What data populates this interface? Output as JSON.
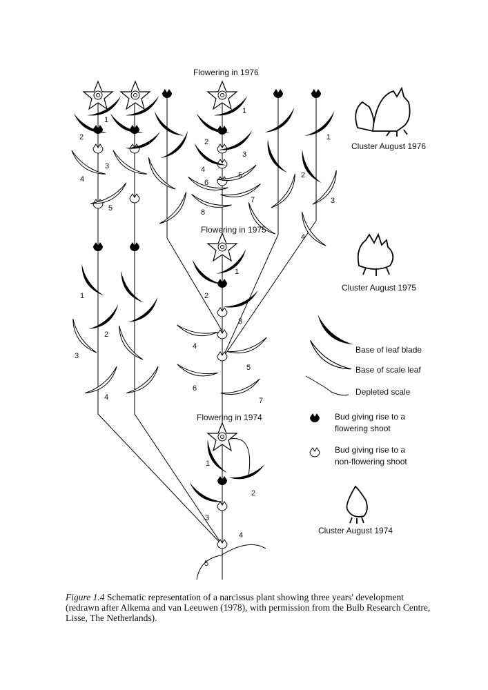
{
  "headings": {
    "flowering_1976": "Flowering in 1976",
    "flowering_1975": "Flowering in 1975",
    "flowering_1974": "Flowering in 1974"
  },
  "clusters": {
    "c1976": "Cluster August 1976",
    "c1975": "Cluster August 1975",
    "c1974": "Cluster August 1974"
  },
  "legend": {
    "leaf_blade": "Base of leaf blade",
    "scale_leaf": "Base of scale leaf",
    "depleted": "Depleted scale",
    "bud_flower_1": "Bud giving rise to a",
    "bud_flower_2": "flowering shoot",
    "bud_nonflower_1": "Bud giving rise to a",
    "bud_nonflower_2": "non-flowering shoot"
  },
  "numbers": [
    "1",
    "2",
    "3",
    "4",
    "5",
    "6",
    "7",
    "8"
  ],
  "caption": {
    "label": "Figure 1.4",
    "text": "Schematic representation of a narcissus plant showing three years' development (redrawn after Alkema and van Leeuwen (1978), with permission from the Bulb Research Centre, Lisse, The Netherlands)."
  }
}
